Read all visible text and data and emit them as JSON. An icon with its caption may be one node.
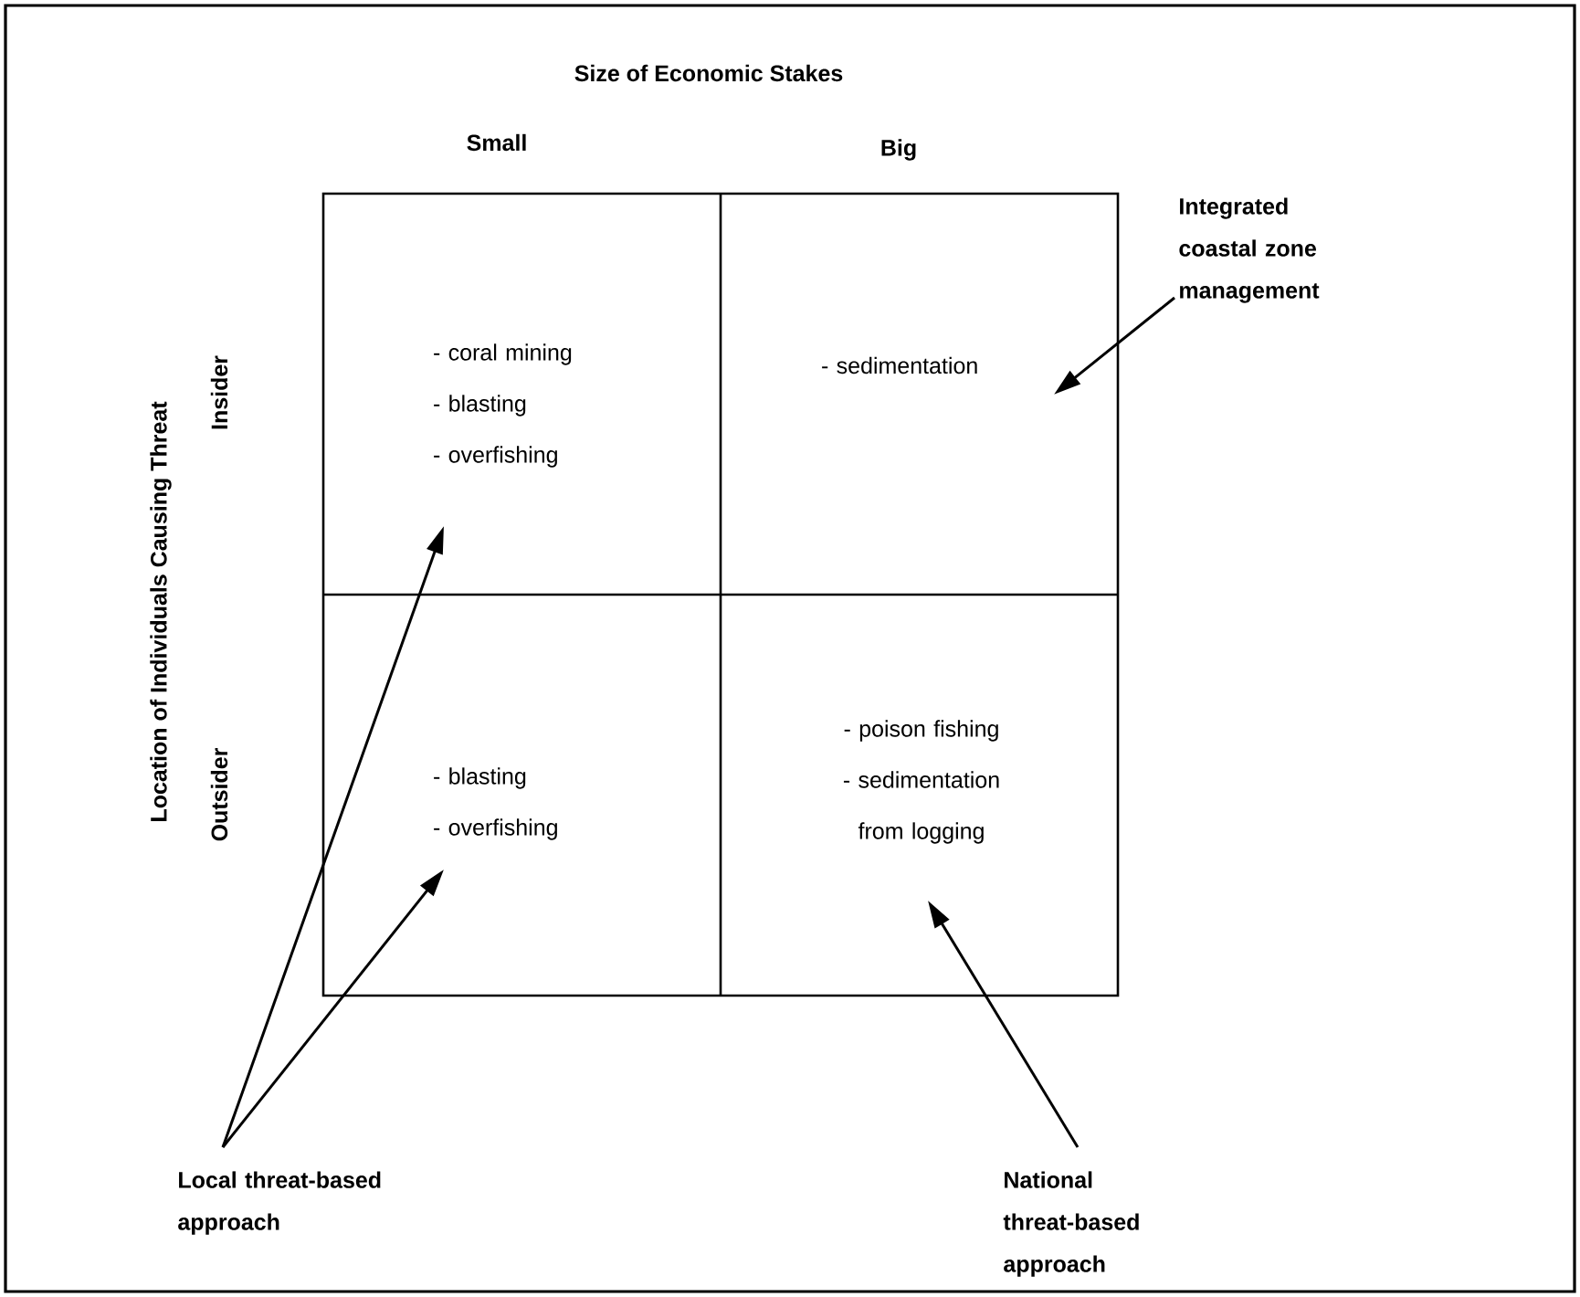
{
  "diagram": {
    "nodes": [
      {
        "text": [
          "- coral mining",
          "- blasting",
          "- overfishing"
        ]
      },
      {
        "text": [
          "- sedimentation"
        ]
      },
      {
        "text": [
          "- blasting",
          "- overfishing"
        ]
      },
      {
        "text": [
          "- poison fishing",
          "- sedimentation from logging"
        ]
      },
      {
        "text": [
          "Integrated coastal zone management"
        ]
      },
      {
        "text": [
          "Local threat-based approach"
        ]
      },
      {
        "text": [
          "National threat-based approach"
        ]
      }
    ],
    "edges": [
      {
        "from": 4,
        "to": 1,
        "arrow": "to"
      },
      {
        "from": 5,
        "to": 0,
        "arrow": "to"
      },
      {
        "from": 5,
        "to": 2,
        "arrow": "to"
      },
      {
        "from": 6,
        "to": 3,
        "arrow": "to"
      }
    ],
    "labels": [
      "Size of Economic Stakes",
      "Small",
      "Big",
      "Location of Individuals Causing Threat",
      "Insider",
      "Outsider"
    ]
  }
}
